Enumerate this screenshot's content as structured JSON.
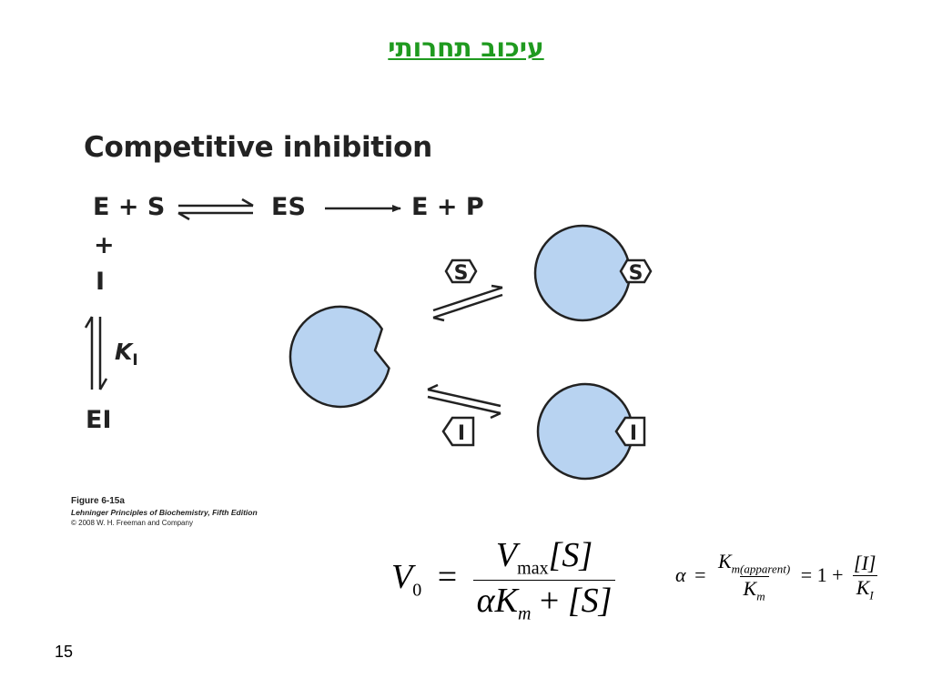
{
  "slide": {
    "title": "עיכוב תחרותי",
    "page_number": "15"
  },
  "figure": {
    "title": "Competitive inhibition",
    "reaction": {
      "e_plus_s": "E + S",
      "es": "ES",
      "e_plus_p": "E + P",
      "plus": "+",
      "inhibitor": "I",
      "ki_symbol": "K",
      "ki_sub": "I",
      "ei": "EI"
    },
    "labels": {
      "substrate": "S",
      "inhibitor": "I"
    },
    "caption": {
      "line1": "Figure 6-15a",
      "line2": "Lehninger Principles of Biochemistry, Fifth Edition",
      "line3": "© 2008 W. H. Freeman and Company"
    },
    "colors": {
      "enzyme_fill": "#b8d3f1",
      "stroke": "#222222",
      "title_green": "#1f9a1f"
    }
  },
  "equations": {
    "v0": {
      "lhs": "V",
      "lhs_sub": "0",
      "eq": "=",
      "num_v": "V",
      "num_sub": "max",
      "num_s": "[S]",
      "den_alpha": "α",
      "den_k": "K",
      "den_ksub": "m",
      "den_plus": "+",
      "den_s": "[S]"
    },
    "alpha": {
      "lhs": "α",
      "eq": "=",
      "num_k": "K",
      "num_sub": "m(apparent)",
      "den_k": "K",
      "den_sub": "m",
      "eq2": "= 1 +",
      "frac_num": "[I]",
      "frac_den_k": "K",
      "frac_den_sub": "I"
    }
  }
}
